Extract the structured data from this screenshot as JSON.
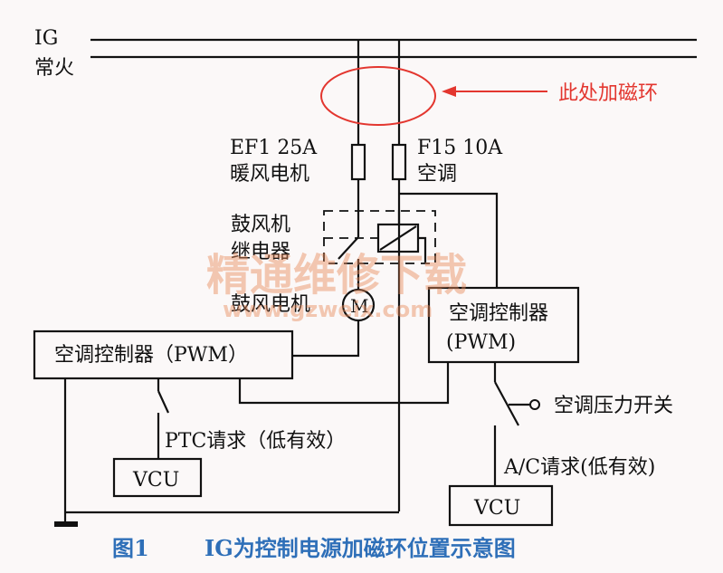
{
  "labels": {
    "ig": "IG",
    "always_on": "常火",
    "magnetic_ring_note": "此处加磁环",
    "fuse_ef1": "EF1 25A",
    "fuse_ef1_desc": "暖风电机",
    "fuse_f15": "F15 10A",
    "fuse_f15_desc": "空调",
    "blower_relay_1": "鼓风机",
    "blower_relay_2": "继电器",
    "blower_motor": "鼓风电机",
    "motor_symbol": "M",
    "ac_controller_left": "空调控制器（PWM）",
    "ac_controller_right_1": "空调控制器",
    "ac_controller_right_2": "(PWM)",
    "ptc_request": "PTC请求（低有效）",
    "vcu_left": "VCU",
    "ac_pressure_switch": "空调压力开关",
    "ac_request": "A/C请求(低有效)",
    "vcu_right": "VCU"
  },
  "watermark": {
    "cn": "精通维修下载",
    "url": "www.gzweix.com"
  },
  "caption": {
    "number": "图1",
    "text": "IG为控制电源加磁环位置示意图"
  },
  "colors": {
    "annotation": "#e3362f",
    "caption": "#2e6fb8",
    "watermark": "#e88a5a",
    "lines": "#111111"
  }
}
